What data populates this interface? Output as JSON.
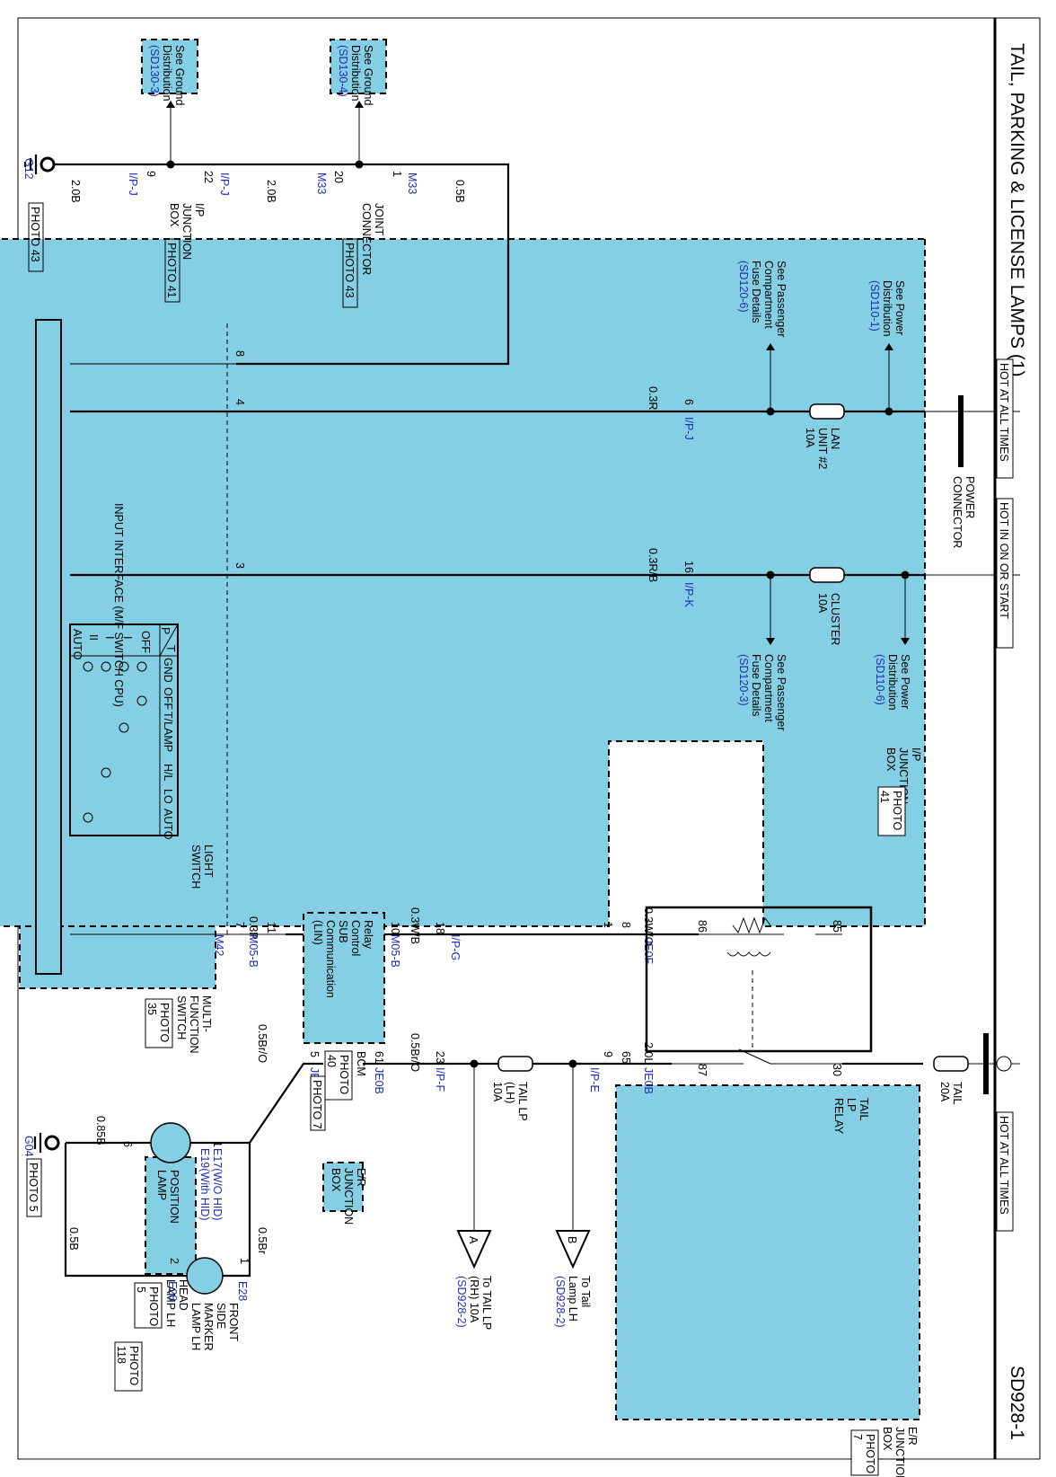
{
  "title": "TAIL, PARKING & LICENSE LAMPS (1)",
  "page_code": "SD928-1",
  "hot_labels": {
    "hot_at_all_times": "HOT AT ALL TIMES",
    "hot_in_on_or_start": "HOT IN ON OR START"
  },
  "ground_top": {
    "ground_id": "G12",
    "photo": "PHOTO 43",
    "wire1": "2.0B",
    "wire2": "2.0B",
    "wire3": "0.5B",
    "see_ground_1": [
      "See Ground",
      "Distribution"
    ],
    "see_ground_1_ref": "(SD130-3)",
    "see_ground_2": [
      "See Ground",
      "Distribution"
    ],
    "see_ground_2_ref": "(SD130-4)",
    "pin_9": "9",
    "pin_22": "22",
    "conn_ipj": "I/P-J",
    "pin_20": "20",
    "pin_1": "1",
    "conn_m33": "M33",
    "ip_junction_box": [
      "I/P",
      "JUNCTION",
      "BOX"
    ],
    "ip_photo": "PHOTO 41",
    "joint_connector": [
      "JOINT",
      "CONNECTOR"
    ],
    "joint_photo": "PHOTO 43"
  },
  "ip_box": {
    "power_connector": [
      "POWER",
      "CONNECTOR"
    ],
    "see_power_1": [
      "See Power",
      "Distribution"
    ],
    "see_power_1_ref": "(SD110-1)",
    "see_pass_1": [
      "See Passenger",
      "Compartment",
      "Fuse Details"
    ],
    "see_pass_1_ref": "(SD120-6)",
    "lan_fuse": [
      "LAN",
      "UNIT #2",
      "10A"
    ],
    "cluster_fuse": [
      "CLUSTER",
      "10A"
    ],
    "see_power_2": [
      "See Power",
      "Distribution"
    ],
    "see_power_2_ref": "(SD110-6)",
    "see_pass_2": [
      "See Passenger",
      "Compartment",
      "Fuse Details"
    ],
    "see_pass_2_ref": "(SD120-3)",
    "pin6": "6",
    "wire_03r": "0.3R",
    "conn_ipj": "I/P-J",
    "pin16": "16",
    "wire_03rb": "0.3R/B",
    "conn_ipk": "I/P-K",
    "label": [
      "I/P",
      "JUNCTION",
      "BOX"
    ],
    "photo": [
      "PHOTO",
      "41"
    ]
  },
  "mf_switch": {
    "pin8": "8",
    "pin4": "4",
    "pin3": "3",
    "pin7": "7",
    "conn": "M42",
    "input_interface": "INPUT INTERFACE (M/F SWITCH CPU)",
    "light_switch": [
      "LIGHT",
      "SWITCH"
    ],
    "label": [
      "MULTI-",
      "FUNCTION",
      "SWITCH"
    ],
    "photo": [
      "PHOTO",
      "35"
    ],
    "table_corner": [
      "T",
      "P"
    ],
    "table_cols": [
      "GND",
      "OFF",
      "T/LAMP",
      "H/L",
      "LO",
      "AUTO"
    ],
    "table_rows": [
      "OFF",
      "I",
      "I",
      "II",
      "AUTO"
    ]
  },
  "bcm": {
    "pin11": "11",
    "wire_03p": "0.3P",
    "conn_m05b": "M05-B",
    "text": [
      "Relay",
      "Control",
      "SUB",
      "Communication",
      "(LIN)"
    ],
    "pin10": "10",
    "conn_m05b2": "M05-B",
    "pin18": "18",
    "wire_03wb": "0.3W/B",
    "conn_ipg": "I/P-G",
    "label": "BCM",
    "photo": [
      "PHOTO",
      "40"
    ]
  },
  "relay": {
    "pin8": "8",
    "pin1": "1",
    "wire_03wo": "0.3W/O",
    "conn_je0f": "JE0F",
    "p86": "86",
    "p85": "85",
    "p87": "87",
    "p30": "30",
    "pin65": "65",
    "pin9": "9",
    "wire_20l": "2.0L",
    "conn_je0b": "JE0B",
    "conn_ipe": "I/P-E",
    "label": [
      "TAIL",
      "LP",
      "RELAY"
    ],
    "fuse": [
      "TAIL",
      "20A"
    ],
    "er_box": [
      "E/R",
      "JUNCTION",
      "BOX"
    ],
    "er_photo": [
      "PHOTO",
      "7"
    ]
  },
  "tail_fuse": {
    "label": [
      "TAIL LP",
      "(LH)",
      "10A"
    ],
    "pin23": "23",
    "wire_05bro": "0.5Br/O",
    "conn_ipf": "I/P-F",
    "to_a": [
      "To TAIL LP",
      "(RH) 10A"
    ],
    "to_a_ref": "(SD928-2)",
    "a": "A",
    "to_b": [
      "To Tail",
      "Lamp LH"
    ],
    "to_b_ref": "(SD928-2)",
    "b": "B"
  },
  "lower": {
    "pin61": "61",
    "conn_je0b": "JE0B",
    "pin5": "5",
    "conn_je0f": "JE0F",
    "er_box": [
      "E/R",
      "JUNCTION",
      "BOX"
    ],
    "er_photo": "PHOTO 7",
    "wire_05bro": "0.5Br/O",
    "pin1": "1",
    "pin6": "6",
    "e17": "E17(W/O HID)",
    "e19": "E19(With HID)",
    "position_lamp": [
      "POSITION",
      "LAMP"
    ],
    "head_lamp": [
      "HEAD",
      "LAMP LH"
    ],
    "head_photo": [
      "PHOTO",
      "5"
    ],
    "wire_085b": "0.85B",
    "ground_id": "G04",
    "g_photo": "PHOTO 5",
    "wire_05br": "0.5Br",
    "wire_05b": "0.5B",
    "e28_pin1": "1",
    "e28_pin2": "2",
    "conn_e28": "E28",
    "side_marker": [
      "FRONT",
      "SIDE",
      "MARKER",
      "LAMP LH"
    ],
    "side_photo": [
      "PHOTO",
      "118"
    ]
  }
}
